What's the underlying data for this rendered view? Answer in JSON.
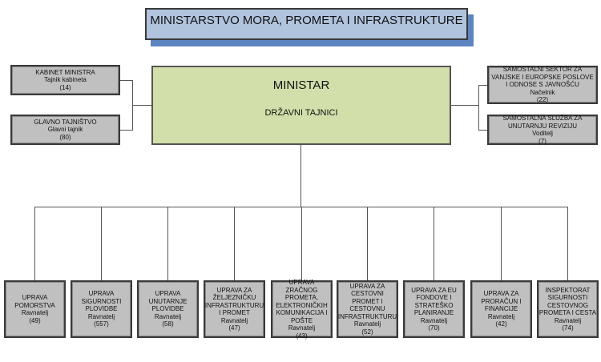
{
  "title": "MINISTARSTVO MORA, PROMETA I INFRASTRUKTURE",
  "minister": {
    "title": "MINISTAR",
    "subtitle": "DRŽAVNI TAJNICI"
  },
  "left_units": [
    {
      "name": "KABINET MINISTRA",
      "head": "Tajnik kabineta",
      "count": "(14)"
    },
    {
      "name": "GLAVNO TAJNIŠTVO",
      "head": "Glavni tajnik",
      "count": "(80)"
    }
  ],
  "right_units": [
    {
      "name": "SAMOSTALNI SEKTOR ZA VANJSKE I EUROPSKE POSLOVE I ODNOSE S JAVNOŠĆU",
      "head": "Načelnik",
      "count": "(22)"
    },
    {
      "name": "SAMOSTALNA SLUŽBA ZA UNUTARNJU REVIZIJU",
      "head": "Voditelj",
      "count": "(7)"
    }
  ],
  "directorates": [
    {
      "name": "UPRAVA POMORSTVA",
      "head": "Ravnatelj",
      "count": "(49)"
    },
    {
      "name": "UPRAVA SIGURNOSTI PLOVIDBE",
      "head": "Ravnatelj",
      "count": "(557)"
    },
    {
      "name": "UPRAVA UNUTARNJE PLOVIDBE",
      "head": "Ravnatelj",
      "count": "(58)"
    },
    {
      "name": "UPRAVA ZA ŽELJEZNIČKU INFRASTRUKTURU I PROMET",
      "head": "Ravnatelj",
      "count": "(47)"
    },
    {
      "name": "UPRAVA ZRAČNOG PROMETA, ELEKTRONIČKIH KOMUNIKACIJA I POŠTE",
      "head": "Ravnatelj",
      "count": "(43)"
    },
    {
      "name": "UPRAVA ZA CESTOVNI PROMET I CESTOVNU INFRASTRUKTURU",
      "head": "Ravnatelj",
      "count": "(52)"
    },
    {
      "name": "UPRAVA ZA EU FONDOVE I STRATEŠKO PLANIRANJE",
      "head": "Ravnatelj",
      "count": "(70)"
    },
    {
      "name": "UPRAVA ZA PRORAČUN I FINANCIJE",
      "head": "Ravnatelj",
      "count": "(42)"
    },
    {
      "name": "INSPEKTORAT SIGURNOSTI CESTOVNOG PROMETA I CESTA",
      "head": "Ravnatelj",
      "count": "(74)"
    }
  ]
}
